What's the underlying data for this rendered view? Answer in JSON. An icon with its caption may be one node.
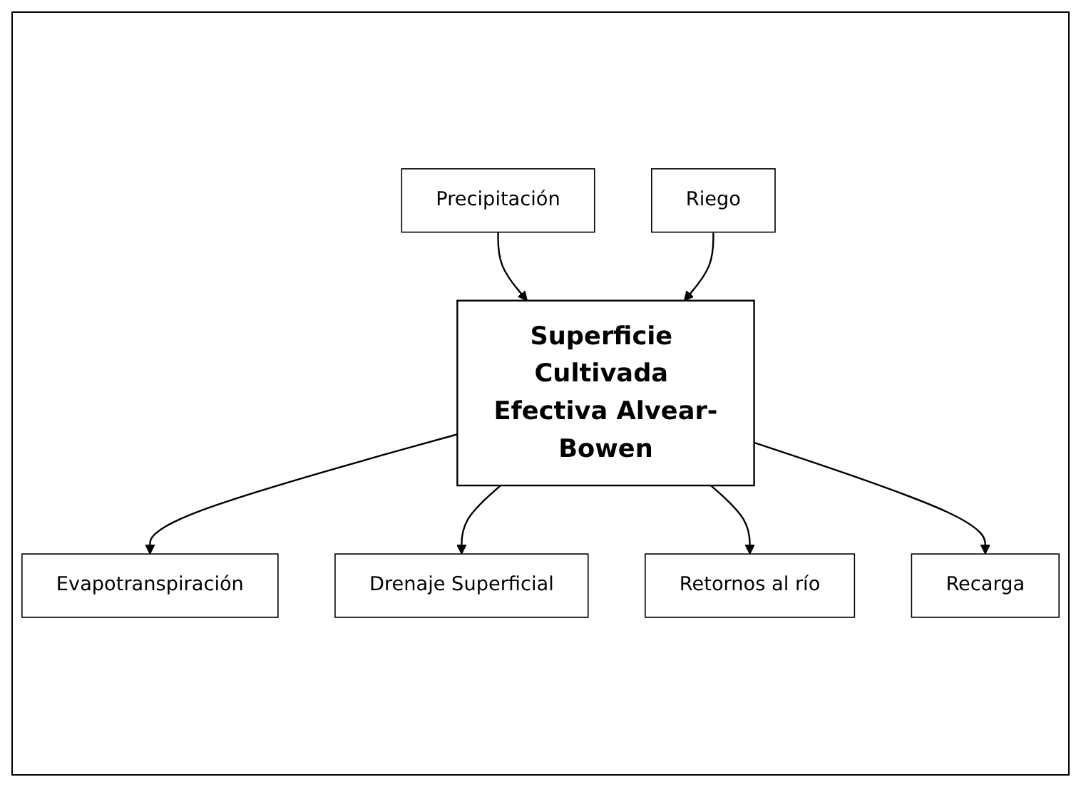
{
  "diagram": {
    "nodes": [
      {
        "text": [
          "Precipitación"
        ]
      },
      {
        "text": [
          "Evapotranspiración"
        ]
      },
      {
        "text": [
          "Superficie Cultivada Efectiva Alvear-Bowen"
        ]
      },
      {
        "text": [
          "Riego"
        ]
      },
      {
        "text": [
          "Drenaje Superficial"
        ]
      },
      {
        "text": [
          "Retornos al río"
        ]
      },
      {
        "text": [
          "Recarga"
        ]
      }
    ],
    "edges": [
      {
        "from": 0,
        "to": 2,
        "arrow": "to"
      },
      {
        "from": 2,
        "to": 1,
        "arrow": "to"
      },
      {
        "from": 3,
        "to": 2,
        "arrow": "to"
      },
      {
        "from": 2,
        "to": 4,
        "arrow": "to"
      },
      {
        "from": 2,
        "to": 5,
        "arrow": "to"
      },
      {
        "from": 2,
        "to": 6,
        "arrow": "to"
      }
    ]
  }
}
